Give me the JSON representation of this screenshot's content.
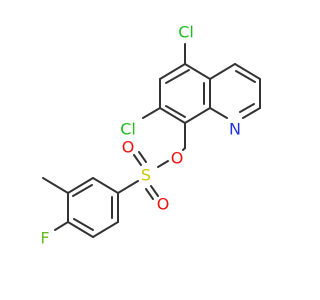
{
  "colors": {
    "bond": "#333333",
    "chlorine": "#22bb22",
    "nitrogen": "#2233dd",
    "oxygen": "#ee1111",
    "sulfur": "#c8c800",
    "fluorine": "#66bb22"
  },
  "atoms": {
    "cl_top": "Cl",
    "cl_left": "Cl",
    "nitrogen": "N",
    "oxygen_ester": "O",
    "sulfur": "S",
    "oxygen_s_top": "O",
    "oxygen_s_bottom": "O",
    "fluorine": "F"
  }
}
